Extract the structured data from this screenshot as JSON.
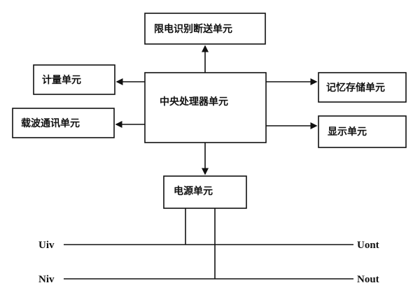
{
  "blocks": {
    "cpu": "中央处理器单元",
    "limit": "限电识别断送单元",
    "meter": "计量单元",
    "carrier": "载波通讯单元",
    "memory": "记忆存储单元",
    "display": "显示单元",
    "power": "电源单元"
  },
  "lines": {
    "uiv": "Uiv",
    "uont": "Uont",
    "niv": "Niv",
    "nout": "Nout"
  },
  "colors": {
    "ink": "#111111",
    "background": "#ffffff"
  }
}
